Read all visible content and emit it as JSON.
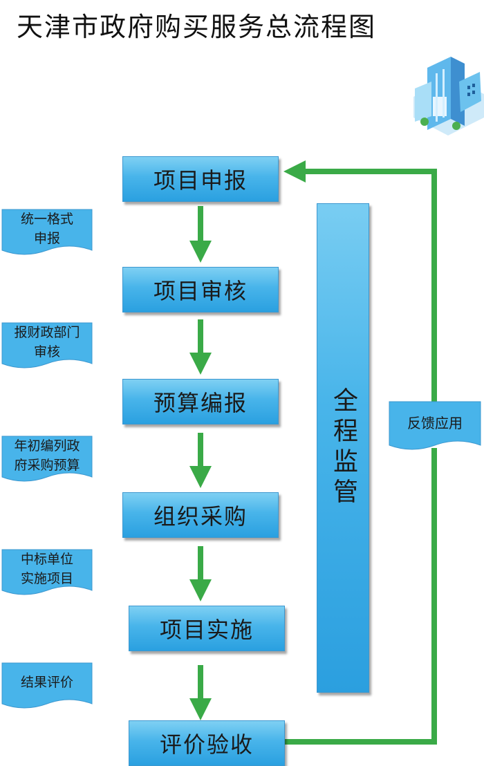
{
  "title": "天津市政府购买服务总流程图",
  "steps": [
    "项目申报",
    "项目审核",
    "预算编报",
    "组织采购",
    "项目实施",
    "评价验收"
  ],
  "notes": [
    "统一格式\n申报",
    "报财政部门\n审核",
    "年初编列政\n府采购预算",
    "中标单位\n实施项目",
    "结果评价"
  ],
  "monitor": "全程监管",
  "feedback": "反馈应用",
  "icons": {
    "building": "office-building-icon"
  },
  "colors": {
    "box": "#48b4ea",
    "arrow": "#3aaa47"
  }
}
